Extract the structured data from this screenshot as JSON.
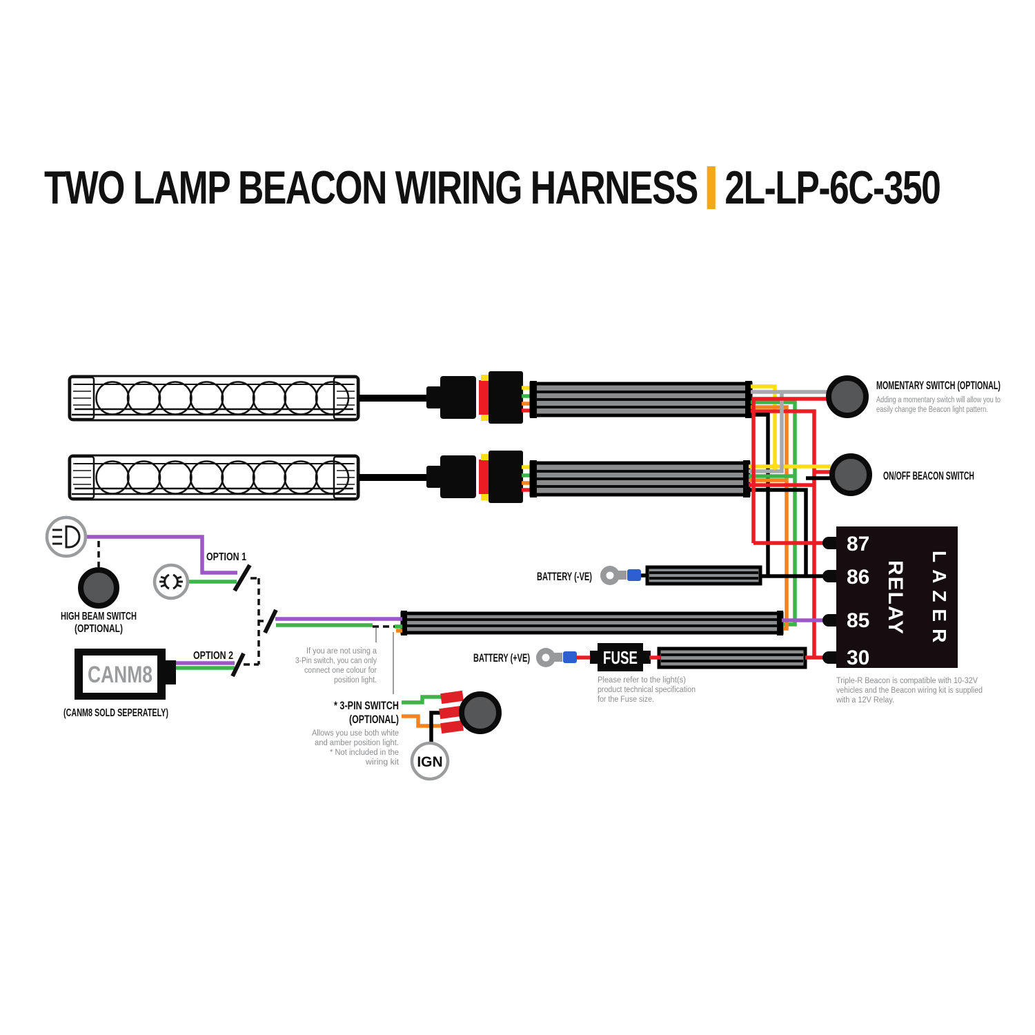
{
  "title": {
    "main": "TWO LAMP BEACON WIRING HARNESS",
    "code": "2L-LP-6C-350"
  },
  "colors": {
    "accent": "#F5A81B",
    "wire_red": "#EC1C24",
    "wire_green": "#3BB54A",
    "wire_orange": "#F58220",
    "wire_yellow": "#FFDE17",
    "wire_purple": "#9E57C6",
    "wire_gray": "#A7A9AC",
    "wire_black": "#000000",
    "crimp_blue": "#2E5FD0",
    "switch_fill": "#555658",
    "cable_gray": "#8A8C8E",
    "relay_fill": "#150D0F"
  },
  "lamps": {
    "led_count": 8
  },
  "momentary_switch": {
    "label": "MOMENTARY SWITCH (OPTIONAL)",
    "desc": [
      "Adding a momentary switch will allow you to",
      "easily change the Beacon light pattern."
    ]
  },
  "onoff_switch": {
    "label": "ON/OFF BEACON SWITCH"
  },
  "high_beam_switch": {
    "label1": "HIGH BEAM SWITCH",
    "label2": "(OPTIONAL)"
  },
  "options": {
    "option1": "OPTION 1",
    "option2": "OPTION 2"
  },
  "canm8": {
    "label": "CANM8",
    "note": "(CANM8 SOLD SEPERATELY)"
  },
  "no_three_pin_note": [
    "If you are not using a",
    "3-Pin switch, you can only",
    "connect one colour for",
    "position light."
  ],
  "three_pin_switch": {
    "label1": "* 3-PIN SWITCH",
    "label2": "(OPTIONAL)",
    "desc": [
      "Allows you use both white",
      "and amber position light.",
      "*  Not included in the",
      "wiring kit"
    ]
  },
  "ign": {
    "label": "IGN"
  },
  "battery": {
    "negative": "BATTERY (-VE)",
    "positive": "BATTERY (+VE)"
  },
  "fuse": {
    "label": "FUSE",
    "note": [
      "Please refer to the light(s)",
      "product technical specification",
      "for the Fuse size."
    ]
  },
  "relay": {
    "pins": [
      "87",
      "86",
      "85",
      "30"
    ],
    "label": "RELAY",
    "brand": "LAZER",
    "note": [
      "Triple-R Beacon is compatible with 10-32V",
      "vehicles and the Beacon wiring kit is supplied",
      "with a 12V Relay."
    ]
  }
}
